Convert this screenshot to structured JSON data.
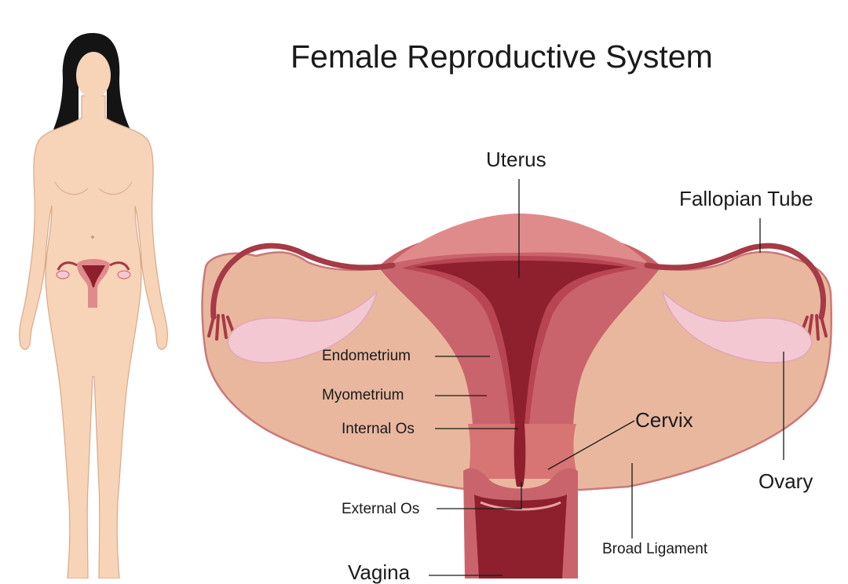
{
  "title": "Female Reproductive System",
  "labels": {
    "uterus": "Uterus",
    "fallopian_tube": "Fallopian Tube",
    "endometrium": "Endometrium",
    "myometrium": "Myometrium",
    "internal_os": "Internal Os",
    "cervix": "Cervix",
    "ovary": "Ovary",
    "external_os": "External Os",
    "broad_ligament": "Broad Ligament",
    "vagina": "Vagina"
  },
  "colors": {
    "skin": "#f7d3b8",
    "skin_outline": "#d9a98a",
    "hair": "#141414",
    "ligament": "#e9b79e",
    "ligament_outline": "#c97a78",
    "myometrium": "#c9646c",
    "uterus_cavity": "#8e1f2c",
    "uterus_top": "#e08b8b",
    "tube": "#a63a46",
    "ovary": "#f3c8d2",
    "leader_line": "#1a1a1a"
  }
}
